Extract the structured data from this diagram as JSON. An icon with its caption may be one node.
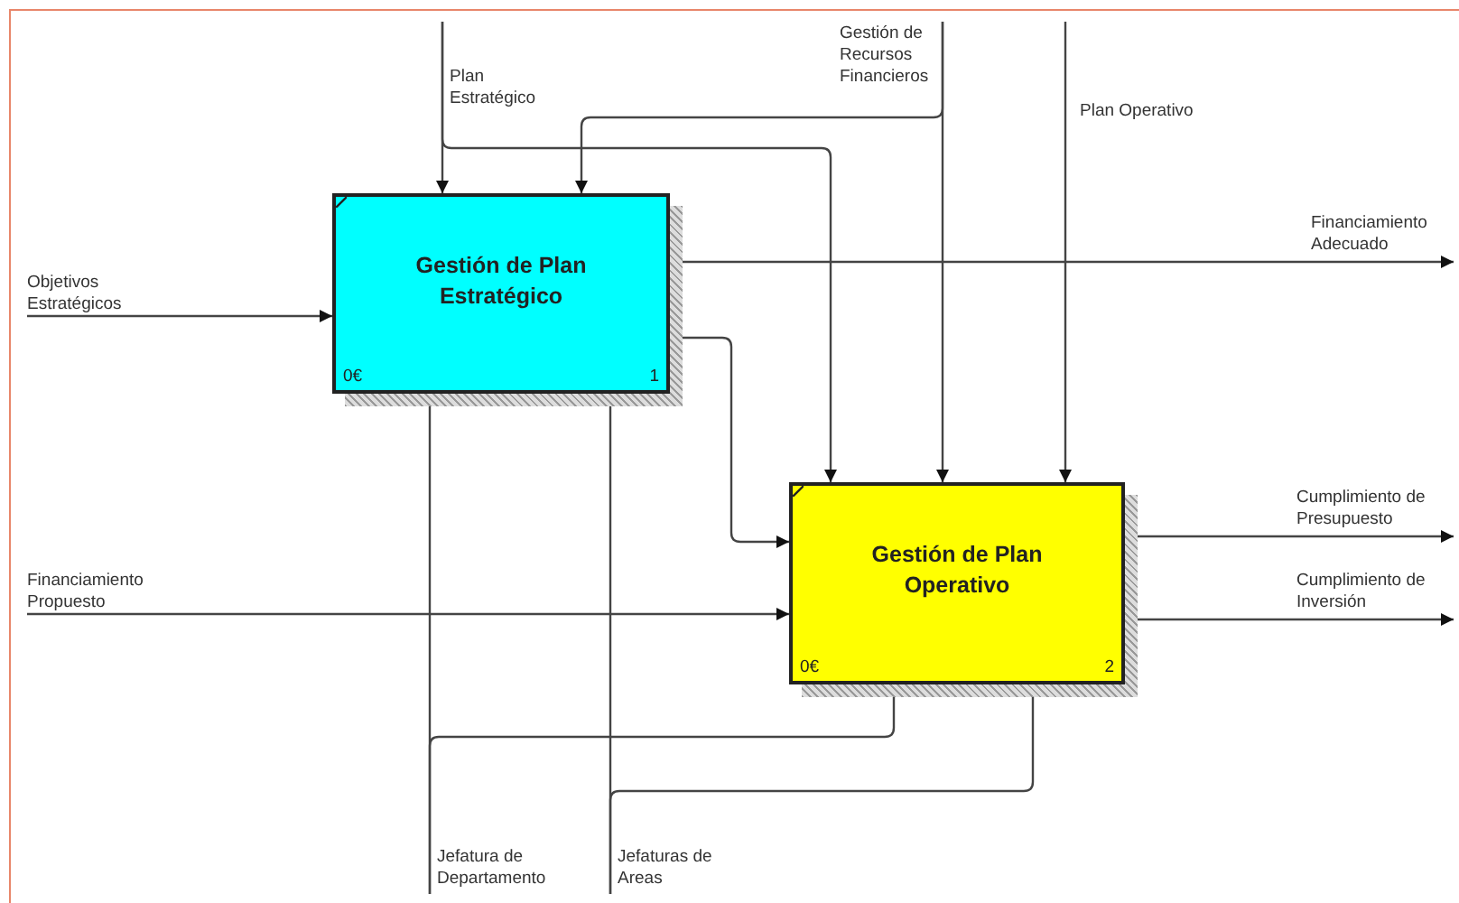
{
  "diagram": {
    "nodes": [
      {
        "text": [
          "Gestión de Plan Estratégico",
          "0€",
          "1"
        ]
      },
      {
        "text": [
          "Gestión de Plan Operativo",
          "0€",
          "2"
        ]
      },
      {
        "text": [
          "Plan Estratégico"
        ]
      },
      {
        "text": [
          "Gestión de Recursos Financieros"
        ]
      },
      {
        "text": [
          "Plan Operativo"
        ]
      },
      {
        "text": [
          "Objetivos Estratégicos"
        ]
      },
      {
        "text": [
          "Financiamiento Propuesto"
        ]
      },
      {
        "text": [
          "Jefatura de Departamento"
        ]
      },
      {
        "text": [
          "Jefaturas de Areas"
        ]
      },
      {
        "text": [
          "Financiamiento Adecuado"
        ]
      },
      {
        "text": [
          "Cumplimiento de Presupuesto"
        ]
      },
      {
        "text": [
          "Cumplimiento de Inversión"
        ]
      }
    ],
    "edges": [
      {
        "from": 2,
        "to": 0,
        "arrow": "to"
      },
      {
        "from": 2,
        "to": 1,
        "arrow": "to"
      },
      {
        "from": 3,
        "to": 1,
        "arrow": "to"
      },
      {
        "from": 3,
        "to": 0,
        "arrow": "to"
      },
      {
        "from": 4,
        "to": 1,
        "arrow": "to"
      },
      {
        "from": 5,
        "to": 0,
        "arrow": "to"
      },
      {
        "from": 6,
        "to": 1,
        "arrow": "to"
      },
      {
        "from": 7,
        "to": 0,
        "arrow": "to"
      },
      {
        "from": 7,
        "to": 1,
        "arrow": "to"
      },
      {
        "from": 8,
        "to": 0,
        "arrow": "to"
      },
      {
        "from": 8,
        "to": 1,
        "arrow": "to"
      },
      {
        "from": 0,
        "to": 9,
        "arrow": "to"
      },
      {
        "from": 0,
        "to": 1,
        "arrow": "to"
      },
      {
        "from": 1,
        "to": 10,
        "arrow": "to"
      },
      {
        "from": 1,
        "to": 11,
        "arrow": "to"
      }
    ]
  }
}
